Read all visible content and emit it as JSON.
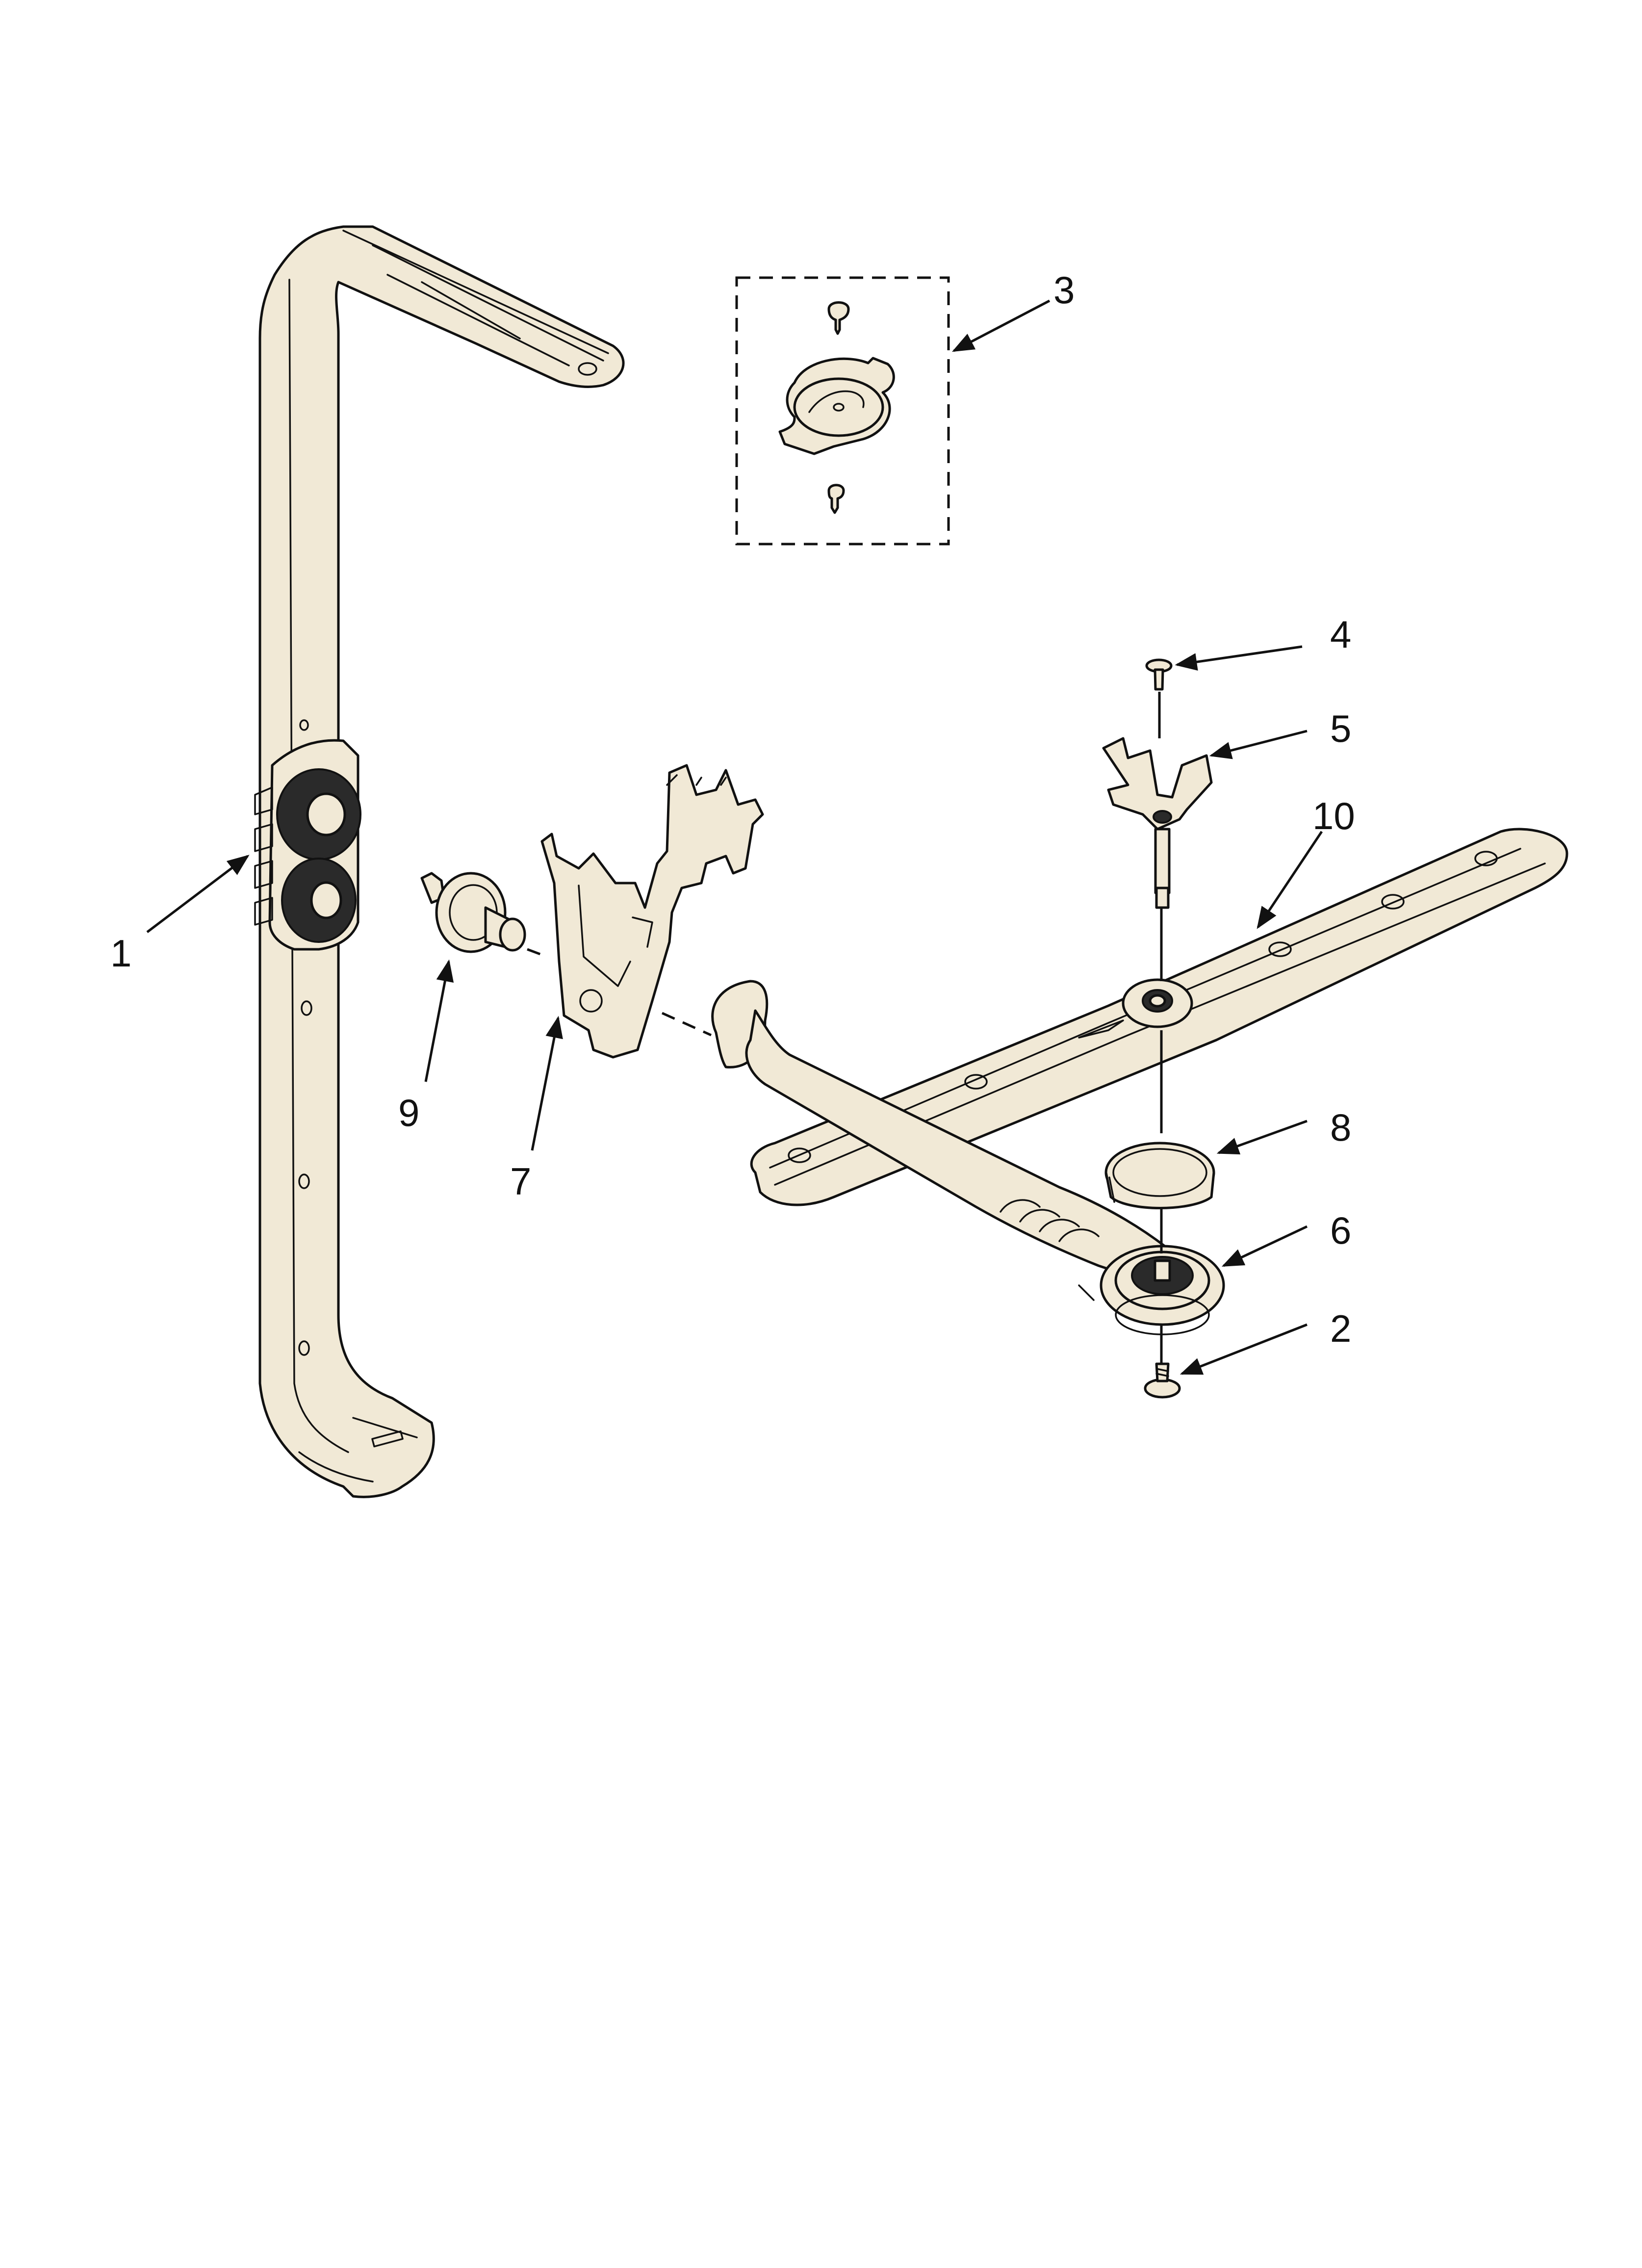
{
  "callouts": {
    "c1": "1",
    "c2": "2",
    "c3": "3",
    "c4": "4",
    "c5": "5",
    "c6": "6",
    "c7": "7",
    "c8": "8",
    "c9": "9",
    "c10": "10"
  },
  "colors": {
    "part_fill": "#f1e9d6",
    "line": "#111111",
    "background": "#ffffff"
  }
}
